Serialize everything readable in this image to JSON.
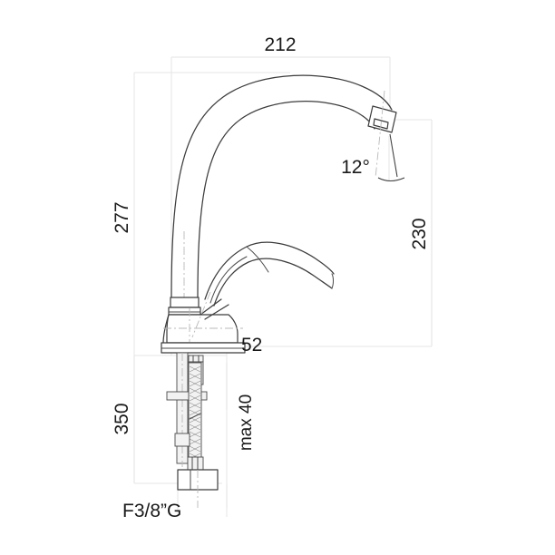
{
  "drawing": {
    "title": "Kitchen mixer tap technical dimension drawing",
    "background_color": "#ffffff",
    "line_color": "#3c3c3c",
    "dimension_line_color": "#e3e3e3",
    "text_color": "#1a1a1a"
  },
  "dimensions": {
    "spout_reach": {
      "label": "212",
      "orientation": "horizontal",
      "position": "top"
    },
    "total_height": {
      "label": "277",
      "orientation": "vertical-rotated",
      "position": "left"
    },
    "spout_outlet_height": {
      "label": "230",
      "orientation": "vertical-rotated",
      "position": "right"
    },
    "base_width": {
      "label": "52",
      "orientation": "horizontal",
      "position": "below-body"
    },
    "hose_length": {
      "label": "350",
      "orientation": "vertical-rotated",
      "position": "lower-left"
    },
    "max_deck_thickness": {
      "label": "max 40",
      "orientation": "vertical-rotated",
      "position": "lower-center-right"
    },
    "outlet_angle": {
      "label": "12°",
      "orientation": "horizontal",
      "position": "right-of-spout-outlet"
    },
    "thread_spec": {
      "label": "F3/8”G",
      "orientation": "horizontal",
      "position": "bottom"
    }
  },
  "parts": {
    "spout": "curved-swan-neck-spout",
    "aerator": "angled-outlet-aerator",
    "lever": "single-lever-handle",
    "body": "conical-mixer-body",
    "base": "deck-flange",
    "stud": "threaded-mounting-stud",
    "hose": "flexible-braided-supply-hose",
    "nut": "hex-connection-nut"
  }
}
